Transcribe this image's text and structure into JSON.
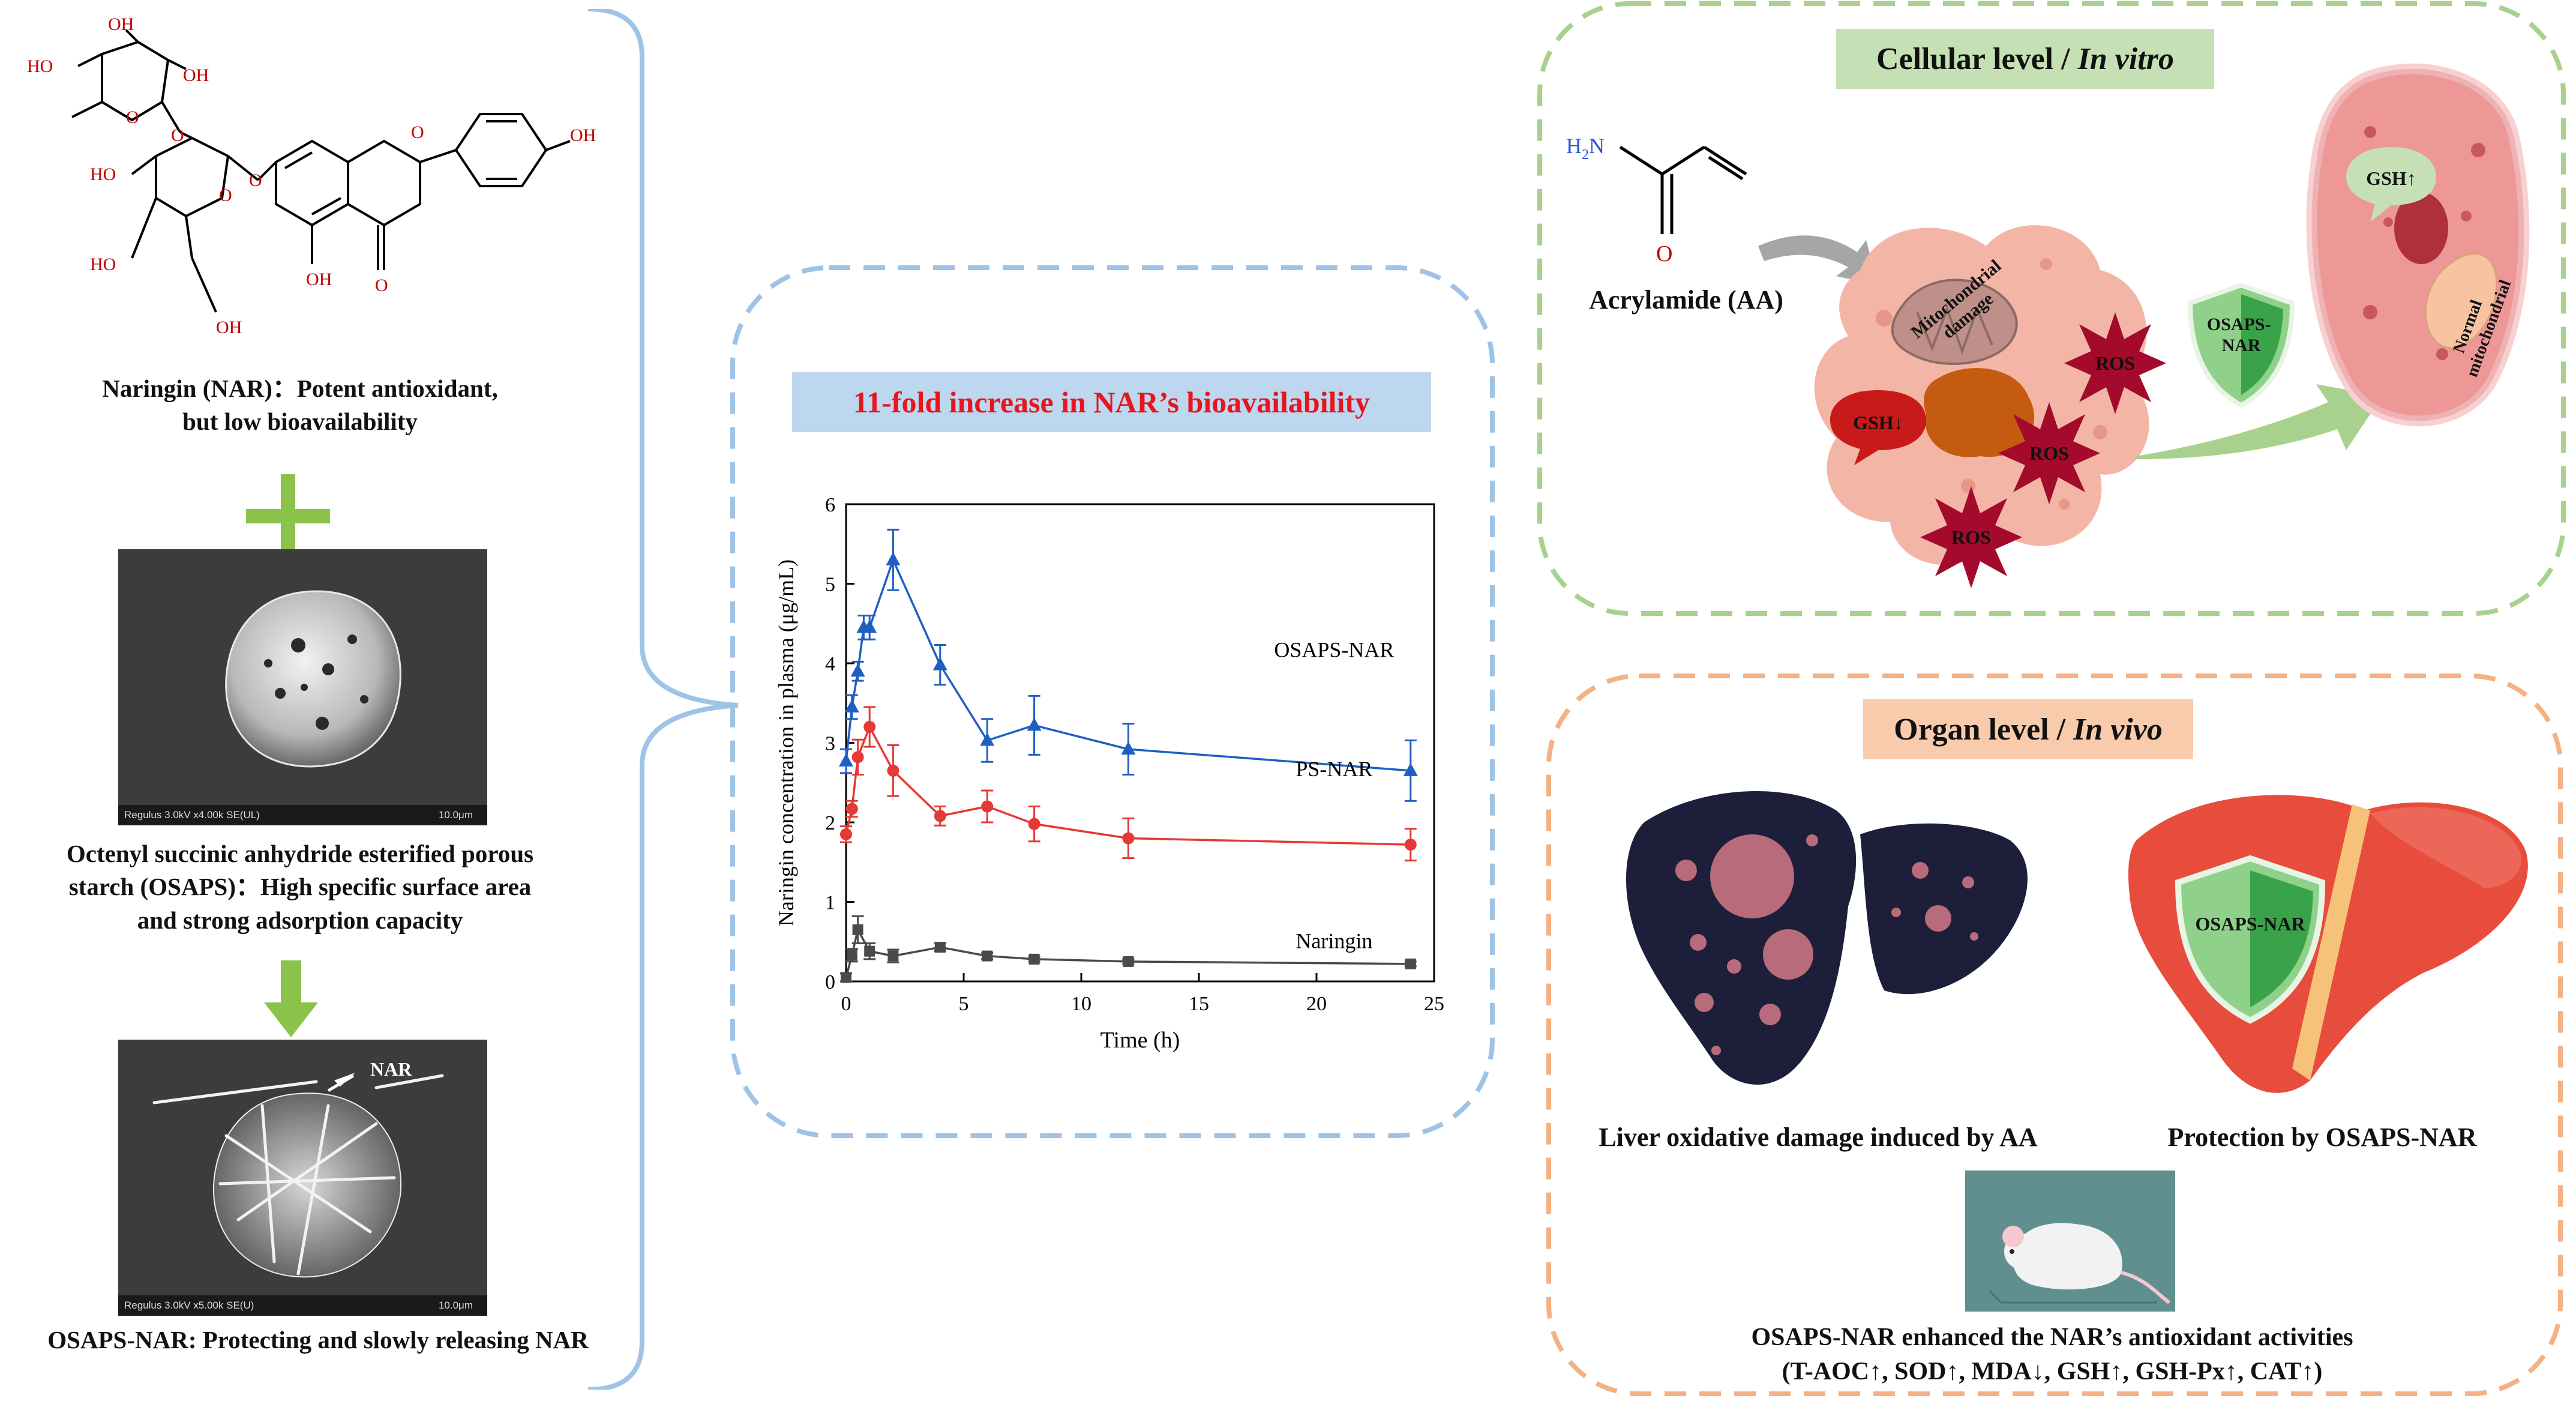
{
  "left_panel": {
    "naringin_caption_line1": "Naringin (NAR)：Potent antioxidant,",
    "naringin_caption_line2": "but low bioavailability",
    "structure_labels": {
      "oh": "OH",
      "ho": "HO",
      "o": "O"
    },
    "sem1": {
      "footer": "Regulus 3.0kV x4.00k SE(UL)",
      "scale": "10.0μm"
    },
    "osaps_caption_line1": "Octenyl succinic anhydride esterified porous",
    "osaps_caption_line2": "starch (OSAPS)：High specific surface area",
    "osaps_caption_line3": "and strong adsorption capacity",
    "sem2": {
      "footer": "Regulus 3.0kV x5.00k SE(U)",
      "scale": "10.0μm",
      "nar_label": "NAR"
    },
    "osapsnar_caption": "OSAPS-NAR: Protecting and slowly releasing NAR"
  },
  "center_panel": {
    "banner": "11-fold increase in NAR’s bioavailability",
    "chart_data": {
      "type": "line",
      "title": "",
      "xlabel": "Time (h)",
      "ylabel": "Naringin concentration in plasma (μg/mL)",
      "xlim": [
        0,
        25
      ],
      "ylim": [
        0,
        6
      ],
      "xticks": [
        0,
        5,
        10,
        15,
        20,
        25
      ],
      "yticks": [
        0,
        1,
        2,
        3,
        4,
        5,
        6
      ],
      "grid": false,
      "series": [
        {
          "name": "OSAPS-NAR",
          "color": "#1f5fc4",
          "marker": "triangle",
          "x": [
            0,
            0.25,
            0.5,
            0.75,
            1,
            2,
            4,
            6,
            8,
            12,
            24
          ],
          "y": [
            2.77,
            3.45,
            3.9,
            4.45,
            4.45,
            5.3,
            3.98,
            3.03,
            3.22,
            2.92,
            2.65
          ],
          "err": [
            0.15,
            0.15,
            0.12,
            0.15,
            0.15,
            0.38,
            0.25,
            0.27,
            0.37,
            0.32,
            0.38
          ]
        },
        {
          "name": "PS-NAR",
          "color": "#e53935",
          "marker": "circle",
          "x": [
            0,
            0.25,
            0.5,
            1,
            2,
            4,
            6,
            8,
            12,
            24
          ],
          "y": [
            1.85,
            2.17,
            2.82,
            3.2,
            2.65,
            2.08,
            2.2,
            1.98,
            1.8,
            1.72
          ],
          "err": [
            0.1,
            0.1,
            0.22,
            0.25,
            0.32,
            0.12,
            0.2,
            0.22,
            0.25,
            0.2
          ]
        },
        {
          "name": "Naringin",
          "color": "#4a4a4a",
          "marker": "square",
          "x": [
            0,
            0.25,
            0.5,
            1,
            2,
            4,
            6,
            8,
            12,
            24
          ],
          "y": [
            0.05,
            0.33,
            0.65,
            0.38,
            0.32,
            0.43,
            0.32,
            0.28,
            0.25,
            0.22
          ],
          "err": [
            0.05,
            0.08,
            0.17,
            0.1,
            0.08,
            0.05,
            0.04,
            0.03,
            0.03,
            0.03
          ]
        }
      ]
    }
  },
  "cellular_panel": {
    "banner_prefix": "Cellular level / ",
    "banner_italic": "In vitro",
    "acrylamide_label": "Acrylamide (AA)",
    "h2n": "H",
    "h2n_sub": "2",
    "h2n_n": "N",
    "o_label": "O",
    "mito_damage_line1": "Mitochondrial",
    "mito_damage_line2": "damage",
    "ros": "ROS",
    "gsh_down": "GSH↓",
    "gsh_up": "GSH↑",
    "shield_line1": "OSAPS-",
    "shield_line2": "NAR",
    "normal_mito_line1": "Normal",
    "normal_mito_line2": "mitochondrial"
  },
  "organ_panel": {
    "banner_prefix": "Organ level / ",
    "banner_italic": "In vivo",
    "damaged_liver_caption": "Liver oxidative damage induced by AA",
    "protected_liver_caption": "Protection by OSAPS-NAR",
    "shield_label": "OSAPS-NAR",
    "conclusion_line1": "OSAPS-NAR enhanced the NAR’s antioxidant activities",
    "conclusion_line2": "(T-AOC↑, SOD↑, MDA↓, GSH↑, GSH-Px↑, CAT↑)"
  },
  "colors": {
    "blue_dash": "#9ec3e6",
    "green_dash": "#a9d18e",
    "orange_dash": "#f4b183",
    "banner_blue": "#bdd7ee",
    "banner_green": "#c5e0b4",
    "banner_orange": "#f8cbad",
    "red_text": "#e8141e",
    "arrow_green": "#8bc34a"
  }
}
